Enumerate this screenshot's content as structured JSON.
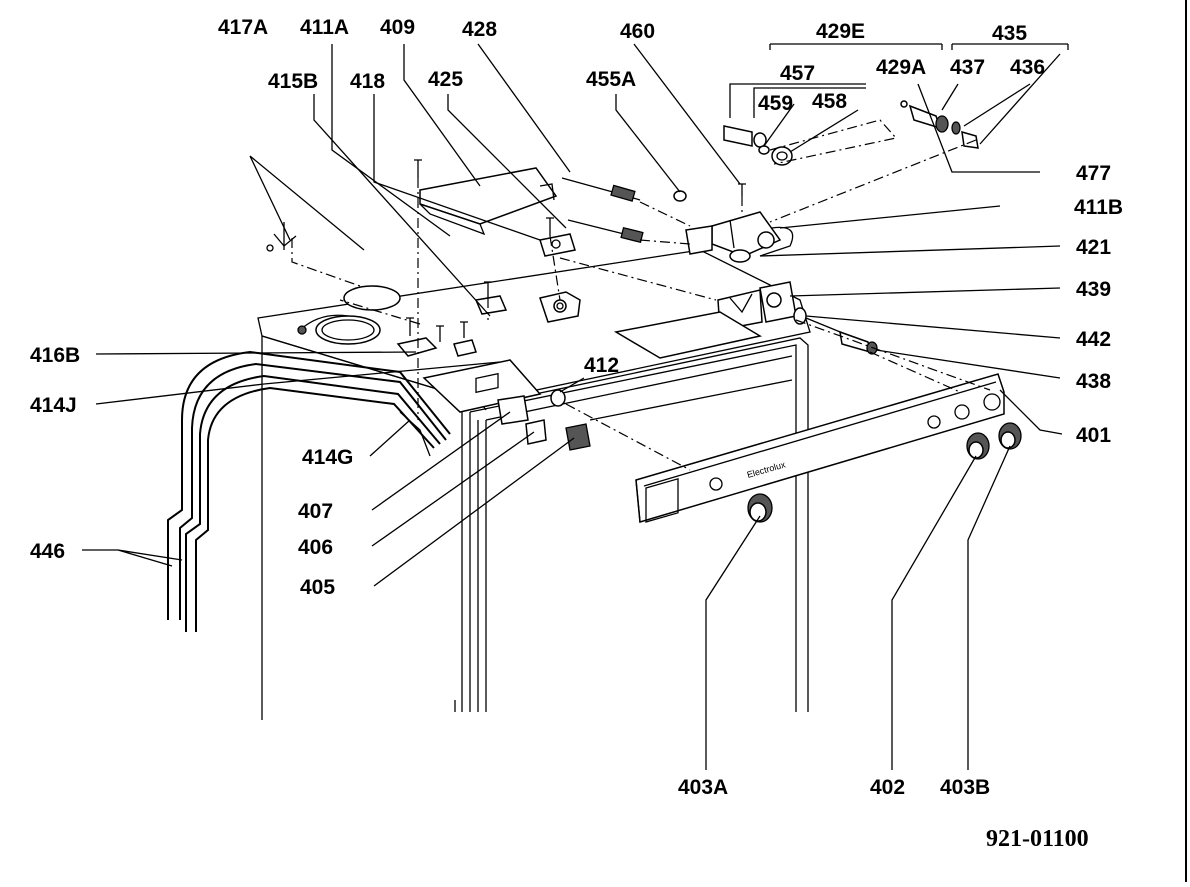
{
  "diagram": {
    "drawing_code": "921-01100",
    "brand_mark": "Electrolux",
    "callouts": [
      {
        "id": "417A",
        "label": "417A"
      },
      {
        "id": "411A",
        "label": "411A"
      },
      {
        "id": "409",
        "label": "409"
      },
      {
        "id": "428",
        "label": "428"
      },
      {
        "id": "460",
        "label": "460"
      },
      {
        "id": "429E",
        "label": "429E"
      },
      {
        "id": "435",
        "label": "435"
      },
      {
        "id": "415B",
        "label": "415B"
      },
      {
        "id": "418",
        "label": "418"
      },
      {
        "id": "425",
        "label": "425"
      },
      {
        "id": "455A",
        "label": "455A"
      },
      {
        "id": "457",
        "label": "457"
      },
      {
        "id": "429A",
        "label": "429A"
      },
      {
        "id": "437",
        "label": "437"
      },
      {
        "id": "436",
        "label": "436"
      },
      {
        "id": "459",
        "label": "459"
      },
      {
        "id": "458",
        "label": "458"
      },
      {
        "id": "477",
        "label": "477"
      },
      {
        "id": "411B",
        "label": "411B"
      },
      {
        "id": "421",
        "label": "421"
      },
      {
        "id": "439",
        "label": "439"
      },
      {
        "id": "442",
        "label": "442"
      },
      {
        "id": "438",
        "label": "438"
      },
      {
        "id": "401",
        "label": "401"
      },
      {
        "id": "416B",
        "label": "416B"
      },
      {
        "id": "414J",
        "label": "414J"
      },
      {
        "id": "412",
        "label": "412"
      },
      {
        "id": "414G",
        "label": "414G"
      },
      {
        "id": "407",
        "label": "407"
      },
      {
        "id": "406",
        "label": "406"
      },
      {
        "id": "405",
        "label": "405"
      },
      {
        "id": "446",
        "label": "446"
      },
      {
        "id": "403A",
        "label": "403A"
      },
      {
        "id": "402",
        "label": "402"
      },
      {
        "id": "403B",
        "label": "403B"
      }
    ]
  }
}
